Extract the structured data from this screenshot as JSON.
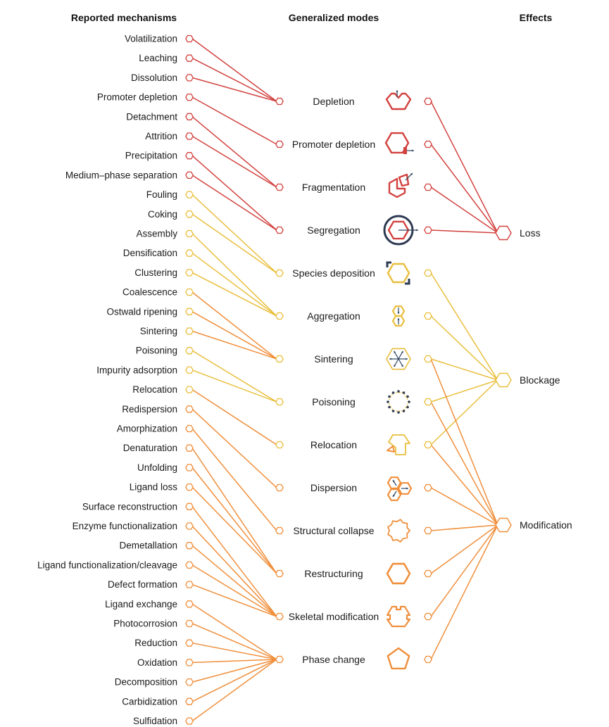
{
  "headers": {
    "mechanisms": "Reported mechanisms",
    "modes": "Generalized modes",
    "effects": "Effects"
  },
  "colors": {
    "red": "#d2423f",
    "yellow": "#e9bf3e",
    "orange": "#f08f3c",
    "navy": "#2e4460"
  },
  "mechanisms": [
    {
      "label": "Volatilization",
      "color": "red"
    },
    {
      "label": "Leaching",
      "color": "red"
    },
    {
      "label": "Dissolution",
      "color": "red"
    },
    {
      "label": "Promoter depletion",
      "color": "red"
    },
    {
      "label": "Detachment",
      "color": "red"
    },
    {
      "label": "Attrition",
      "color": "red"
    },
    {
      "label": "Precipitation",
      "color": "red"
    },
    {
      "label": "Medium–phase separation",
      "color": "red"
    },
    {
      "label": "Fouling",
      "color": "yellow"
    },
    {
      "label": "Coking",
      "color": "yellow"
    },
    {
      "label": "Assembly",
      "color": "yellow"
    },
    {
      "label": "Densification",
      "color": "yellow"
    },
    {
      "label": "Clustering",
      "color": "yellow"
    },
    {
      "label": "Coalescence",
      "color": "yellow"
    },
    {
      "label": "Ostwald ripening",
      "color": "yellow"
    },
    {
      "label": "Sintering",
      "color": "yellow"
    },
    {
      "label": "Poisoning",
      "color": "yellow"
    },
    {
      "label": "Impurity adsorption",
      "color": "yellow"
    },
    {
      "label": "Relocation",
      "color": "yellow"
    },
    {
      "label": "Redispersion",
      "color": "orange"
    },
    {
      "label": "Amorphization",
      "color": "orange"
    },
    {
      "label": "Denaturation",
      "color": "orange"
    },
    {
      "label": "Unfolding",
      "color": "orange"
    },
    {
      "label": "Ligand loss",
      "color": "orange"
    },
    {
      "label": "Surface reconstruction",
      "color": "orange"
    },
    {
      "label": "Enzyme functionalization",
      "color": "orange"
    },
    {
      "label": "Demetallation",
      "color": "orange"
    },
    {
      "label": "Ligand functionalization/cleavage",
      "color": "orange"
    },
    {
      "label": "Defect formation",
      "color": "orange"
    },
    {
      "label": "Ligand exchange",
      "color": "orange"
    },
    {
      "label": "Photocorrosion",
      "color": "orange"
    },
    {
      "label": "Reduction",
      "color": "orange"
    },
    {
      "label": "Oxidation",
      "color": "orange"
    },
    {
      "label": "Decomposition",
      "color": "orange"
    },
    {
      "label": "Carbidization",
      "color": "orange"
    },
    {
      "label": "Sulfidation",
      "color": "orange"
    }
  ],
  "modes": [
    {
      "label": "Depletion",
      "color": "red",
      "icon": "depletion-icon"
    },
    {
      "label": "Promoter depletion",
      "color": "red",
      "icon": "promoter-depletion-icon"
    },
    {
      "label": "Fragmentation",
      "color": "red",
      "icon": "fragmentation-icon"
    },
    {
      "label": "Segregation",
      "color": "red",
      "icon": "segregation-icon"
    },
    {
      "label": "Species deposition",
      "color": "yellow",
      "icon": "species-deposition-icon"
    },
    {
      "label": "Aggregation",
      "color": "yellow",
      "icon": "aggregation-icon"
    },
    {
      "label": "Sintering",
      "color": "yellow",
      "icon": "sintering-icon"
    },
    {
      "label": "Poisoning",
      "color": "yellow",
      "icon": "poisoning-icon"
    },
    {
      "label": "Relocation",
      "color": "yellow",
      "icon": "relocation-icon"
    },
    {
      "label": "Dispersion",
      "color": "orange",
      "icon": "dispersion-icon"
    },
    {
      "label": "Structural collapse",
      "color": "orange",
      "icon": "structural-collapse-icon"
    },
    {
      "label": "Restructuring",
      "color": "orange",
      "icon": "restructuring-icon"
    },
    {
      "label": "Skeletal modification",
      "color": "orange",
      "icon": "skeletal-modification-icon"
    },
    {
      "label": "Phase change",
      "color": "orange",
      "icon": "phase-change-icon"
    }
  ],
  "effects": [
    {
      "label": "Loss",
      "color": "red"
    },
    {
      "label": "Blockage",
      "color": "yellow"
    },
    {
      "label": "Modification",
      "color": "orange"
    }
  ],
  "mechanism_links": [
    {
      "from": 0,
      "to": 0,
      "color": "red"
    },
    {
      "from": 1,
      "to": 0,
      "color": "red"
    },
    {
      "from": 2,
      "to": 0,
      "color": "red"
    },
    {
      "from": 3,
      "to": 1,
      "color": "red"
    },
    {
      "from": 4,
      "to": 2,
      "color": "red"
    },
    {
      "from": 5,
      "to": 2,
      "color": "red"
    },
    {
      "from": 6,
      "to": 3,
      "color": "red"
    },
    {
      "from": 7,
      "to": 3,
      "color": "red"
    },
    {
      "from": 8,
      "to": 4,
      "color": "yellow"
    },
    {
      "from": 9,
      "to": 4,
      "color": "yellow"
    },
    {
      "from": 10,
      "to": 5,
      "color": "yellow"
    },
    {
      "from": 11,
      "to": 5,
      "color": "yellow"
    },
    {
      "from": 12,
      "to": 5,
      "color": "yellow"
    },
    {
      "from": 13,
      "to": 6,
      "color": "orange"
    },
    {
      "from": 14,
      "to": 6,
      "color": "orange"
    },
    {
      "from": 15,
      "to": 6,
      "color": "orange"
    },
    {
      "from": 16,
      "to": 7,
      "color": "yellow"
    },
    {
      "from": 17,
      "to": 7,
      "color": "yellow"
    },
    {
      "from": 18,
      "to": 8,
      "color": "orange"
    },
    {
      "from": 19,
      "to": 9,
      "color": "orange"
    },
    {
      "from": 20,
      "to": 10,
      "color": "orange"
    },
    {
      "from": 21,
      "to": 11,
      "color": "orange"
    },
    {
      "from": 22,
      "to": 11,
      "color": "orange"
    },
    {
      "from": 23,
      "to": 11,
      "color": "orange"
    },
    {
      "from": 24,
      "to": 12,
      "color": "orange"
    },
    {
      "from": 25,
      "to": 12,
      "color": "orange"
    },
    {
      "from": 26,
      "to": 12,
      "color": "orange"
    },
    {
      "from": 27,
      "to": 12,
      "color": "orange"
    },
    {
      "from": 28,
      "to": 12,
      "color": "orange"
    },
    {
      "from": 29,
      "to": 13,
      "color": "orange"
    },
    {
      "from": 30,
      "to": 13,
      "color": "orange"
    },
    {
      "from": 31,
      "to": 13,
      "color": "orange"
    },
    {
      "from": 32,
      "to": 13,
      "color": "orange"
    },
    {
      "from": 33,
      "to": 13,
      "color": "orange"
    },
    {
      "from": 34,
      "to": 13,
      "color": "orange"
    },
    {
      "from": 35,
      "to": 13,
      "color": "orange"
    }
  ],
  "effect_links": [
    {
      "from": 0,
      "to": 0,
      "color": "red"
    },
    {
      "from": 1,
      "to": 0,
      "color": "red"
    },
    {
      "from": 2,
      "to": 0,
      "color": "red"
    },
    {
      "from": 3,
      "to": 0,
      "color": "red"
    },
    {
      "from": 4,
      "to": 1,
      "color": "yellow"
    },
    {
      "from": 5,
      "to": 1,
      "color": "yellow"
    },
    {
      "from": 6,
      "to": 1,
      "color": "yellow"
    },
    {
      "from": 7,
      "to": 1,
      "color": "yellow"
    },
    {
      "from": 8,
      "to": 1,
      "color": "yellow"
    },
    {
      "from": 6,
      "to": 2,
      "color": "orange"
    },
    {
      "from": 7,
      "to": 2,
      "color": "orange"
    },
    {
      "from": 8,
      "to": 2,
      "color": "orange"
    },
    {
      "from": 9,
      "to": 2,
      "color": "orange"
    },
    {
      "from": 10,
      "to": 2,
      "color": "orange"
    },
    {
      "from": 11,
      "to": 2,
      "color": "orange"
    },
    {
      "from": 12,
      "to": 2,
      "color": "orange"
    },
    {
      "from": 13,
      "to": 2,
      "color": "orange"
    }
  ]
}
